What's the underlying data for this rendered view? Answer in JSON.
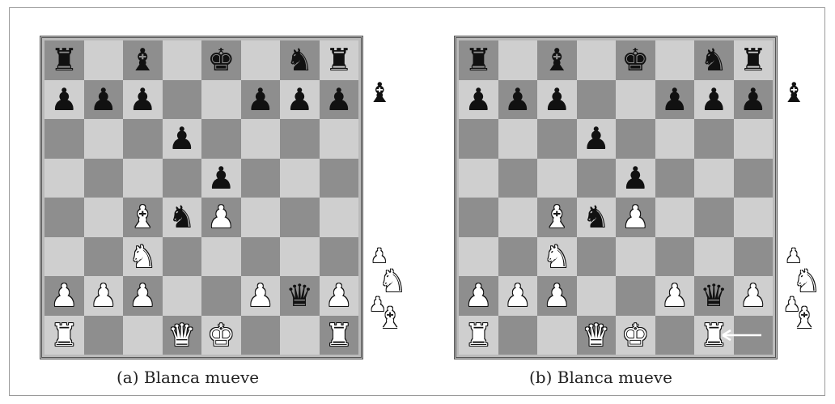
{
  "diagrams": [
    {
      "caption": "(a)  Blanca mueve",
      "pieces": [
        {
          "sq": "a8",
          "t": "r",
          "c": "b"
        },
        {
          "sq": "c8",
          "t": "b",
          "c": "b"
        },
        {
          "sq": "e8",
          "t": "k",
          "c": "b"
        },
        {
          "sq": "g8",
          "t": "n",
          "c": "b"
        },
        {
          "sq": "h8",
          "t": "r",
          "c": "b"
        },
        {
          "sq": "a7",
          "t": "p",
          "c": "b"
        },
        {
          "sq": "b7",
          "t": "p",
          "c": "b"
        },
        {
          "sq": "c7",
          "t": "p",
          "c": "b"
        },
        {
          "sq": "f7",
          "t": "p",
          "c": "b"
        },
        {
          "sq": "g7",
          "t": "p",
          "c": "b"
        },
        {
          "sq": "h7",
          "t": "p",
          "c": "b"
        },
        {
          "sq": "d6",
          "t": "p",
          "c": "b"
        },
        {
          "sq": "e5",
          "t": "p",
          "c": "b"
        },
        {
          "sq": "c4",
          "t": "b",
          "c": "w"
        },
        {
          "sq": "d4",
          "t": "n",
          "c": "b"
        },
        {
          "sq": "e4",
          "t": "p",
          "c": "w"
        },
        {
          "sq": "c3",
          "t": "n",
          "c": "w"
        },
        {
          "sq": "a2",
          "t": "p",
          "c": "w"
        },
        {
          "sq": "b2",
          "t": "p",
          "c": "w"
        },
        {
          "sq": "c2",
          "t": "p",
          "c": "w"
        },
        {
          "sq": "f2",
          "t": "p",
          "c": "w"
        },
        {
          "sq": "g2",
          "t": "q",
          "c": "b"
        },
        {
          "sq": "h2",
          "t": "p",
          "c": "w"
        },
        {
          "sq": "a1",
          "t": "r",
          "c": "w"
        },
        {
          "sq": "d1",
          "t": "q",
          "c": "w"
        },
        {
          "sq": "e1",
          "t": "k",
          "c": "w"
        },
        {
          "sq": "h1",
          "t": "r",
          "c": "w"
        }
      ],
      "captured": [
        {
          "t": "b",
          "c": "b"
        },
        {
          "t": "p",
          "c": "w"
        },
        {
          "t": "n",
          "c": "w"
        },
        {
          "t": "p",
          "c": "w"
        },
        {
          "t": "b",
          "c": "w"
        }
      ]
    },
    {
      "caption": "(b)  Blanca mueve",
      "pieces": [
        {
          "sq": "a8",
          "t": "r",
          "c": "b"
        },
        {
          "sq": "c8",
          "t": "b",
          "c": "b"
        },
        {
          "sq": "e8",
          "t": "k",
          "c": "b"
        },
        {
          "sq": "g8",
          "t": "n",
          "c": "b"
        },
        {
          "sq": "h8",
          "t": "r",
          "c": "b"
        },
        {
          "sq": "a7",
          "t": "p",
          "c": "b"
        },
        {
          "sq": "b7",
          "t": "p",
          "c": "b"
        },
        {
          "sq": "c7",
          "t": "p",
          "c": "b"
        },
        {
          "sq": "f7",
          "t": "p",
          "c": "b"
        },
        {
          "sq": "g7",
          "t": "p",
          "c": "b"
        },
        {
          "sq": "h7",
          "t": "p",
          "c": "b"
        },
        {
          "sq": "d6",
          "t": "p",
          "c": "b"
        },
        {
          "sq": "e5",
          "t": "p",
          "c": "b"
        },
        {
          "sq": "c4",
          "t": "b",
          "c": "w"
        },
        {
          "sq": "d4",
          "t": "n",
          "c": "b"
        },
        {
          "sq": "e4",
          "t": "p",
          "c": "w"
        },
        {
          "sq": "c3",
          "t": "n",
          "c": "w"
        },
        {
          "sq": "a2",
          "t": "p",
          "c": "w"
        },
        {
          "sq": "b2",
          "t": "p",
          "c": "w"
        },
        {
          "sq": "c2",
          "t": "p",
          "c": "w"
        },
        {
          "sq": "f2",
          "t": "p",
          "c": "w"
        },
        {
          "sq": "g2",
          "t": "q",
          "c": "b"
        },
        {
          "sq": "h2",
          "t": "p",
          "c": "w"
        },
        {
          "sq": "a1",
          "t": "r",
          "c": "w"
        },
        {
          "sq": "d1",
          "t": "q",
          "c": "w"
        },
        {
          "sq": "e1",
          "t": "k",
          "c": "w"
        },
        {
          "sq": "g1",
          "t": "r",
          "c": "w"
        }
      ],
      "captured": [
        {
          "t": "b",
          "c": "b"
        },
        {
          "t": "p",
          "c": "w"
        },
        {
          "t": "n",
          "c": "w"
        },
        {
          "t": "p",
          "c": "w"
        },
        {
          "t": "b",
          "c": "w"
        }
      ],
      "arrow_to": "g1"
    }
  ],
  "colors": {
    "light_square": "#cfcfcf",
    "dark_square": "#8e8e8e",
    "arrow": "#ffffff"
  }
}
